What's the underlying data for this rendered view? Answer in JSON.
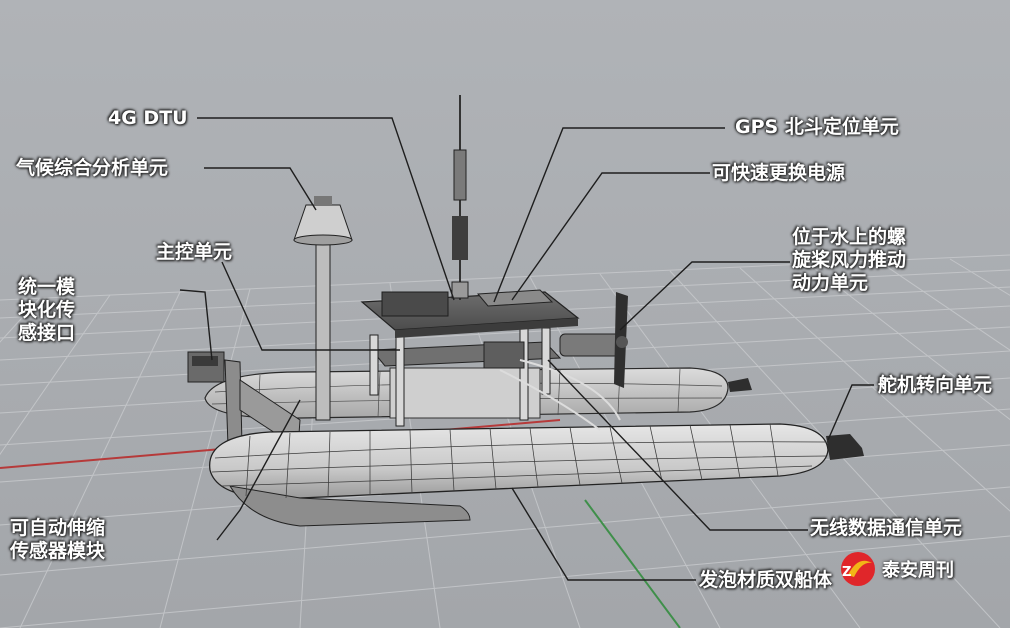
{
  "labels": {
    "dtu": "4G DTU",
    "gps": "GPS 北斗定位单元",
    "climate": "气候综合分析单元",
    "battery": "可快速更换电源",
    "main_control": "主控单元",
    "propeller": [
      "位于水上的螺",
      "旋桨风力推动",
      "动力单元"
    ],
    "sensor_port": [
      "统一模",
      "块化传",
      "感接口"
    ],
    "steering": "舵机转向单元",
    "telescopic": [
      "可自动伸缩",
      "传感器模块"
    ],
    "wireless": "无线数据通信单元",
    "hull": "发泡材质双船体"
  },
  "watermark": {
    "logo_letter": "Z",
    "text": "泰安周刊"
  },
  "colors": {
    "background": "#a9acb0",
    "grid": "#c7c9cc",
    "axis_red": "#b63a3a",
    "axis_green": "#3f8f4a",
    "leader_line": "#1e1e1e",
    "hull_fill": "#d4d4d4",
    "logo_red": "#e0262a",
    "logo_yellow": "#f2b517"
  }
}
